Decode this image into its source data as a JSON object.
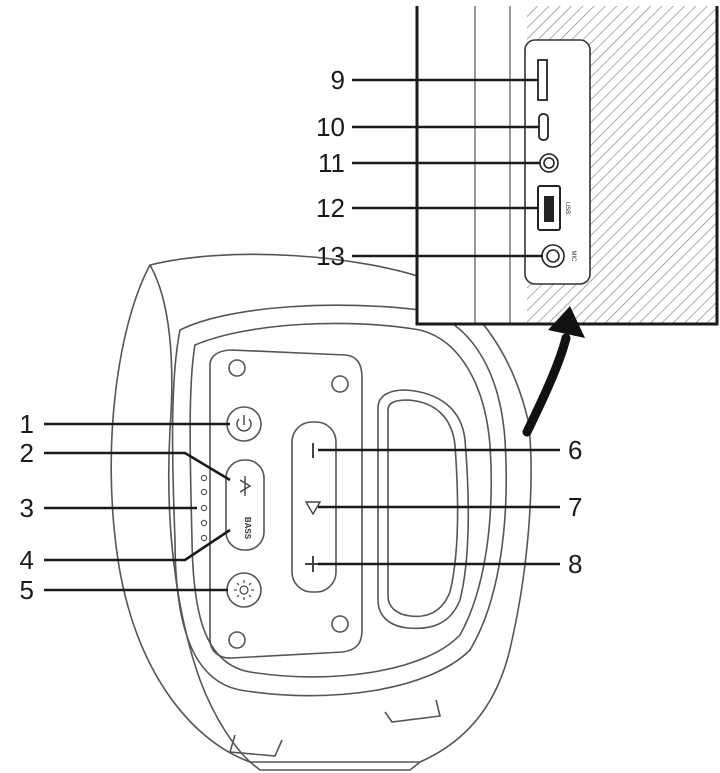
{
  "callouts": [
    "1",
    "2",
    "3",
    "4",
    "5",
    "6",
    "7",
    "8",
    "9",
    "10",
    "11",
    "12",
    "13"
  ],
  "labels": {
    "bass": "BASS",
    "usb": "USB",
    "mic": "MIC"
  },
  "icons": {
    "power": "power-icon",
    "bluetooth": "bluetooth-icon",
    "light": "light-mode-icon",
    "minus": "minus-icon",
    "play": "play-pause-icon",
    "plus": "plus-icon"
  },
  "colors": {
    "line": "#1a1a1a",
    "outline": "#555555",
    "hatch": "#888888"
  }
}
